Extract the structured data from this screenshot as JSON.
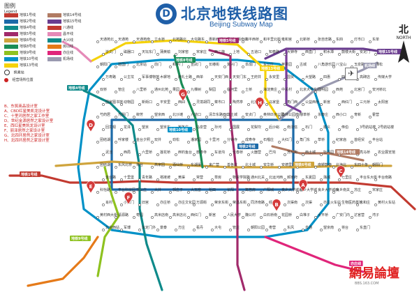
{
  "title": {
    "cn": "北京地铁线路图",
    "en": "Beijing Subway Map",
    "logo_glyph": "D"
  },
  "legend": {
    "title_cn": "图例",
    "title_en": "Legend",
    "items": [
      {
        "label": "地铁1号线",
        "color": "#c23a30"
      },
      {
        "label": "地铁2号线",
        "color": "#1c6aa8"
      },
      {
        "label": "地铁4号线",
        "color": "#0e8a8a"
      },
      {
        "label": "地铁5号线",
        "color": "#a12a6b"
      },
      {
        "label": "地铁6号线",
        "color": "#cfa43d"
      },
      {
        "label": "地铁8号线",
        "color": "#1b8d57"
      },
      {
        "label": "地铁9号线",
        "color": "#8ec21f"
      },
      {
        "label": "地铁10号线",
        "color": "#0091c7"
      },
      {
        "label": "地铁13号线",
        "color": "#f5d20a"
      },
      {
        "label": "地铁14号线",
        "color": "#b17b63"
      },
      {
        "label": "地铁15号线",
        "color": "#6a3d8f"
      },
      {
        "label": "八通线",
        "color": "#c23a30"
      },
      {
        "label": "昌平线",
        "color": "#e58ab8"
      },
      {
        "label": "大兴线",
        "color": "#0e8a8a"
      },
      {
        "label": "房山线",
        "color": "#e57a19"
      },
      {
        "label": "亦庄线",
        "color": "#e0257a"
      },
      {
        "label": "机场线",
        "color": "#9a9ab0"
      }
    ],
    "station_icon_label": "换乘站",
    "designer_icon_label": "经营场所位置"
  },
  "designers": [
    "B、东筑商品设计室",
    "A、CBD红星美凯龙设计室",
    "C、十里河居然之家工作室",
    "D、世纪金源居然之家设计室",
    "E、西红星美凯龙设计室",
    "F、丽泽居然之家设计室",
    "G、北四环居然之家设计室",
    "H、北四环居然之家设计室"
  ],
  "compass": {
    "cn": "北",
    "en": "NORTH"
  },
  "watermark": {
    "text": "網易論壇",
    "sub": "BBS.163.COM"
  },
  "line_tags": [
    {
      "text": "地铁4号线",
      "color": "#0e8a8a"
    },
    {
      "text": "地铁5号线",
      "color": "#a12a6b"
    },
    {
      "text": "地铁13号线",
      "color": "#f5d20a"
    },
    {
      "text": "地铁15号线",
      "color": "#6a3d8f"
    },
    {
      "text": "地铁10号线",
      "color": "#0091c7"
    },
    {
      "text": "地铁2号线",
      "color": "#1c6aa8"
    },
    {
      "text": "地铁1号线",
      "color": "#c23a30"
    },
    {
      "text": "地铁6号线",
      "color": "#cfa43d"
    },
    {
      "text": "地铁8号线",
      "color": "#1b8d57"
    },
    {
      "text": "地铁9号线",
      "color": "#8ec21f"
    },
    {
      "text": "地铁14号线",
      "color": "#b17b63"
    },
    {
      "text": "亦庄线",
      "color": "#e0257a"
    },
    {
      "text": "机场线",
      "color": "#9a9ab0"
    }
  ],
  "stations": [
    "天通苑北",
    "天通苑",
    "天通苑南",
    "立水桥",
    "北苑路北",
    "大屯路东",
    "惠新西街北口",
    "惠新西街南口",
    "和平西桥",
    "和平里北街",
    "雍和宫",
    "北新桥",
    "张自忠路",
    "东四",
    "灯市口",
    "东单",
    "崇文门",
    "磁器口",
    "天坛东门",
    "蒲黄榆",
    "刘家窑",
    "宋家庄",
    "西二旗",
    "上地",
    "五道口",
    "知春路",
    "大钟寺",
    "西直门",
    "积水潭",
    "鼓楼大街",
    "安定门",
    "东直门",
    "朝阳门",
    "建国门",
    "北京站",
    "前门",
    "和平门",
    "宣武门",
    "长椿街",
    "复兴门",
    "阜成门",
    "车公庄",
    "苹果园",
    "古城",
    "八角游乐园",
    "八宝山",
    "玉泉路",
    "五棵松",
    "万寿路",
    "公主坟",
    "军事博物馆",
    "木樨地",
    "南礼士路",
    "西单",
    "天安门西",
    "天安门东",
    "王府井",
    "永安里",
    "国贸",
    "大望路",
    "四惠",
    "四惠东",
    "高碑店",
    "传媒大学",
    "双桥",
    "管庄",
    "八里桥",
    "通州北苑",
    "果园",
    "九棵树",
    "梨园",
    "临河里",
    "土桥",
    "海淀黄庄",
    "中关村",
    "北京大学东门",
    "圆明园",
    "西苑",
    "北宫门",
    "安河桥北",
    "国家图书馆",
    "动物园",
    "新街口",
    "平安里",
    "西四",
    "灵境胡同",
    "菜市口",
    "陶然亭",
    "北京南站",
    "马家堡",
    "角门西",
    "公益西桥",
    "新宫",
    "西红门",
    "三元桥",
    "太阳宫",
    "芍药居",
    "光熙门",
    "柳芳",
    "望京西",
    "北沙滩",
    "六道口",
    "清华东路西口",
    "北土城",
    "安贞门",
    "奥林匹克公园",
    "森林公园南门",
    "林萃桥",
    "永泰庄",
    "西小口",
    "育新",
    "霍营",
    "回龙观",
    "龙泽",
    "望京",
    "望京东",
    "崔各庄",
    "马泉营",
    "孙河",
    "国展",
    "花梨坎",
    "后沙峪",
    "南法信",
    "石门",
    "顺义",
    "俸伯",
    "3号航站楼",
    "2号航站楼",
    "团结湖",
    "呼家楼",
    "金台夕照",
    "双井",
    "劲松",
    "潘家园",
    "十里河",
    "分钟寺",
    "成寿寺",
    "石榴庄",
    "大红门",
    "角门东",
    "草桥",
    "纪家庙",
    "首经贸",
    "丰台站",
    "泥洼",
    "西局",
    "六里桥",
    "莲花桥",
    "西钓鱼台",
    "慈寿寺",
    "车道沟",
    "长春桥",
    "火器营",
    "巴沟",
    "苏州街",
    "西土城",
    "牡丹园",
    "健德门",
    "亮马桥",
    "农业展览馆",
    "团结湖",
    "东风北桥",
    "将台",
    "高家园",
    "酒仙桥",
    "东湖渠",
    "来广营",
    "善各庄",
    "北土城",
    "安华桥",
    "安德里北街",
    "什刹海",
    "南锣鼓巷",
    "北海北",
    "东四十条",
    "朝阳门",
    "金台路",
    "十里堡",
    "青年路",
    "褡裢坡",
    "黄渠",
    "常营",
    "草房",
    "物资学院路",
    "通州北关",
    "北运河西",
    "郝家府",
    "东夏园",
    "潞城",
    "七里庄",
    "丰台东大街",
    "丰台南路",
    "科怡路",
    "丰台科技园",
    "郭公庄",
    "大井",
    "郭庄子",
    "大瓦窑",
    "稻田",
    "长阳",
    "篱笆房",
    "广阳城",
    "良乡大学城北",
    "良乡大学城",
    "良乡大学城西",
    "良乡南关",
    "苏庄",
    "宋家庄",
    "肖村",
    "小红门",
    "旧宫",
    "亦庄桥",
    "亦庄文化园",
    "万源街",
    "荣京东街",
    "荣昌东街",
    "同济南路",
    "经海路",
    "次渠南",
    "次渠",
    "亦庄火车站",
    "生物医药基地",
    "义和庄",
    "黄村火车站",
    "黄村西大街",
    "清源路",
    "枣园",
    "高米店南",
    "高米店北",
    "西红门",
    "新宫",
    "人民大学",
    "魏公村",
    "白石桥南",
    "花园桥",
    "白堆子",
    "太平桥",
    "广安门内",
    "达官营",
    "湾子",
    "北京西站",
    "军博",
    "永定门外",
    "景泰",
    "方庄",
    "看丹",
    "大屯",
    "管庄",
    "朝阳公园",
    "枣营",
    "东风",
    "阜通",
    "望京南",
    "将台",
    "东直门"
  ]
}
